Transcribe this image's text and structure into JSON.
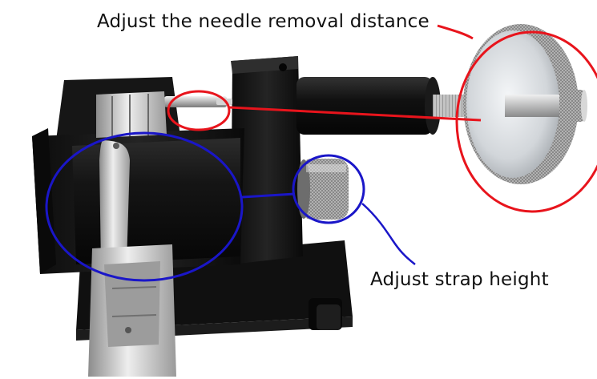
{
  "annotations": {
    "needle_label": "Adjust the needle removal distance",
    "strap_label": "Adjust strap height"
  },
  "colors": {
    "needle_annotation": "#e8141c",
    "strap_annotation": "#1a16c8",
    "body": "#141414",
    "metal": "#c9c9c9"
  },
  "icons": {
    "needle_knob": "knurled-disc-knob",
    "strap_knob": "knurled-cylinder-knob"
  }
}
